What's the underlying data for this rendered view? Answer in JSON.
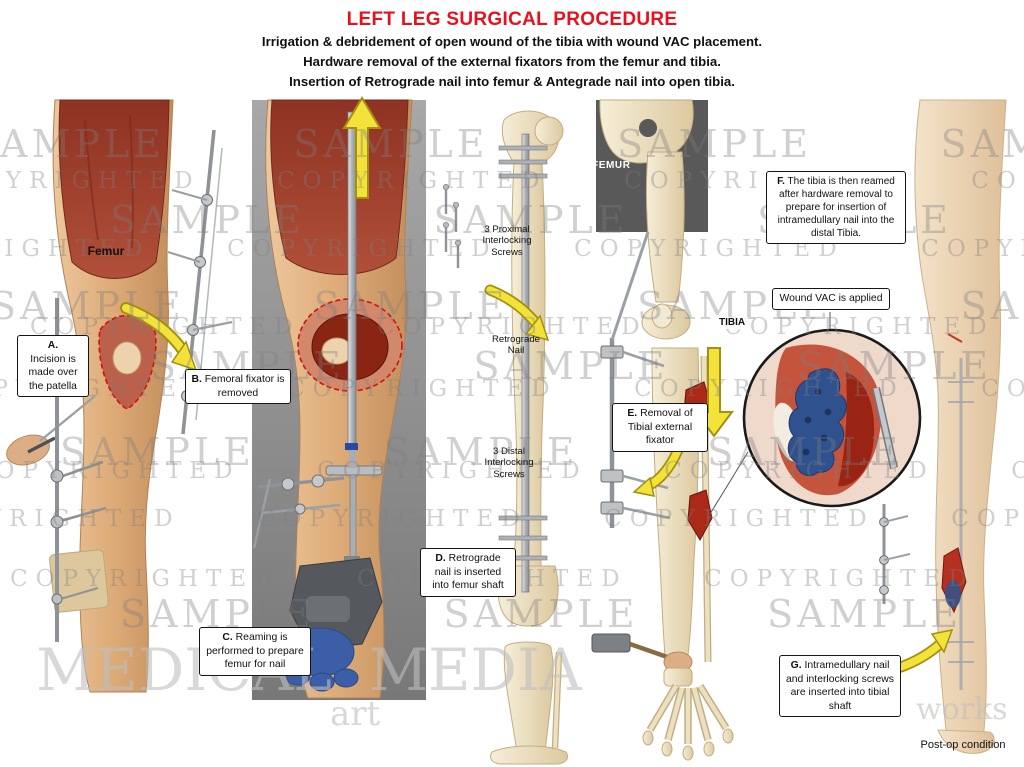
{
  "header": {
    "title": "LEFT LEG SURGICAL PROCEDURE",
    "line1": "Irrigation & debridement of open wound of the tibia with wound VAC placement.",
    "line2": "Hardware removal of the external fixators from the femur and tibia.",
    "line3": "Insertion of Retrograde nail into femur & Antegrade nail into open tibia."
  },
  "callouts": {
    "a": {
      "label": "A.",
      "text": "Incision is made over the patella"
    },
    "b": {
      "label": "B.",
      "text": "Femoral fixator is removed"
    },
    "c": {
      "label": "C.",
      "text": "Reaming is performed to prepare femur for nail"
    },
    "d": {
      "label": "D.",
      "text": "Retrograde nail is inserted into femur shaft"
    },
    "e": {
      "label": "E.",
      "text": "Removal of Tibial external fixator"
    },
    "f": {
      "label": "F.",
      "text": "The tibia is then reamed after hardware removal to prepare for insertion of intramedullary nail into the distal Tibia."
    },
    "g": {
      "label": "G.",
      "text": "Intramedullary nail and interlocking screws are inserted into tibial shaft"
    },
    "vac": {
      "text": "Wound VAC is applied"
    }
  },
  "labels": {
    "femur_skin": "Femur",
    "proximal_screws": "3 Proximal Interlocking Screws",
    "retrograde_nail": "Retrograde Nail",
    "distal_screws": "3 Distal Interlocking Screws",
    "femur_bone": "FEMUR",
    "tibia_bone": "TIBIA",
    "postop": "Post-op condition"
  },
  "watermarks": {
    "sample_row": "SAMPLE        SAMPLE        SAMPLE        SAMPLE",
    "copyright_row": "COPYRIGHTED     COPYRIGHTED     COPYRIGHTED     COPYRIGHTED",
    "brand_large": "MEDICAL  MEDIA",
    "brand_art": "art",
    "brand_works": "works"
  },
  "colors": {
    "title_red": "#e8101c",
    "arrow_yellow": "#f2e23a",
    "vac_blue": "#2f528f"
  }
}
